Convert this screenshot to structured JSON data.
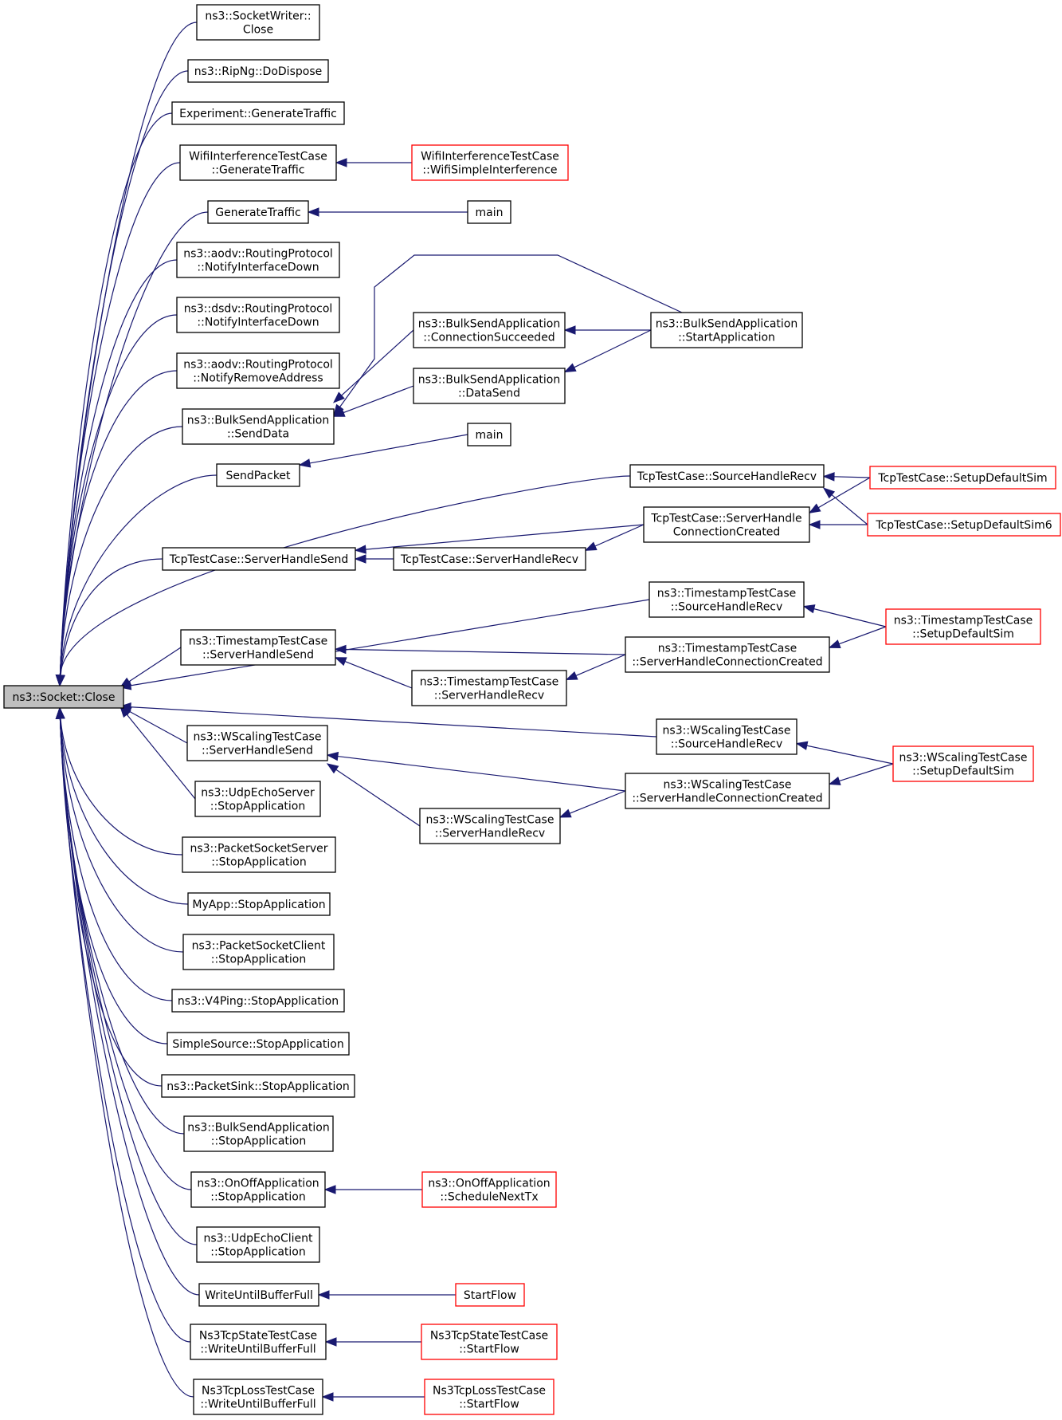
{
  "graph": {
    "root": "n0",
    "colors": {
      "edge": "#191970",
      "node_border": "#000000",
      "truncated_node_border": "#ff0000",
      "focus_fill": "#bfbfbf",
      "background": "#ffffff"
    },
    "nodes": [
      {
        "id": "n0",
        "lines": [
          "ns3::Socket::Close"
        ],
        "style": "focus"
      },
      {
        "id": "n1",
        "lines": [
          "ns3::SocketWriter::",
          "Close"
        ]
      },
      {
        "id": "n2",
        "lines": [
          "ns3::RipNg::DoDispose"
        ]
      },
      {
        "id": "n3",
        "lines": [
          "Experiment::GenerateTraffic"
        ]
      },
      {
        "id": "n4",
        "lines": [
          "WifiInterferenceTestCase",
          "::GenerateTraffic"
        ]
      },
      {
        "id": "n5",
        "lines": [
          "WifiInterferenceTestCase",
          "::WifiSimpleInterference"
        ],
        "style": "red"
      },
      {
        "id": "n6",
        "lines": [
          "GenerateTraffic"
        ]
      },
      {
        "id": "n7",
        "lines": [
          "main"
        ]
      },
      {
        "id": "n8",
        "lines": [
          "ns3::aodv::RoutingProtocol",
          "::NotifyInterfaceDown"
        ]
      },
      {
        "id": "n9",
        "lines": [
          "ns3::dsdv::RoutingProtocol",
          "::NotifyInterfaceDown"
        ]
      },
      {
        "id": "n10",
        "lines": [
          "ns3::aodv::RoutingProtocol",
          "::NotifyRemoveAddress"
        ]
      },
      {
        "id": "n11",
        "lines": [
          "ns3::BulkSendApplication",
          "::SendData"
        ]
      },
      {
        "id": "n12",
        "lines": [
          "ns3::BulkSendApplication",
          "::ConnectionSucceeded"
        ]
      },
      {
        "id": "n13",
        "lines": [
          "ns3::BulkSendApplication",
          "::DataSend"
        ]
      },
      {
        "id": "n14",
        "lines": [
          "ns3::BulkSendApplication",
          "::StartApplication"
        ]
      },
      {
        "id": "n15",
        "lines": [
          "SendPacket"
        ]
      },
      {
        "id": "n16",
        "lines": [
          "main"
        ]
      },
      {
        "id": "n17",
        "lines": [
          "TcpTestCase::SourceHandleRecv"
        ]
      },
      {
        "id": "n18",
        "lines": [
          "TcpTestCase::SetupDefaultSim"
        ],
        "style": "red"
      },
      {
        "id": "n19",
        "lines": [
          "TcpTestCase::ServerHandle",
          "ConnectionCreated"
        ]
      },
      {
        "id": "n20",
        "lines": [
          "TcpTestCase::SetupDefaultSim6"
        ],
        "style": "red"
      },
      {
        "id": "n21",
        "lines": [
          "TcpTestCase::ServerHandleSend"
        ]
      },
      {
        "id": "n22",
        "lines": [
          "TcpTestCase::ServerHandleRecv"
        ]
      },
      {
        "id": "n23",
        "lines": [
          "ns3::TimestampTestCase",
          "::SourceHandleRecv"
        ]
      },
      {
        "id": "n24",
        "lines": [
          "ns3::TimestampTestCase",
          "::SetupDefaultSim"
        ],
        "style": "red"
      },
      {
        "id": "n25",
        "lines": [
          "ns3::TimestampTestCase",
          "::ServerHandleSend"
        ]
      },
      {
        "id": "n26",
        "lines": [
          "ns3::TimestampTestCase",
          "::ServerHandleConnectionCreated"
        ]
      },
      {
        "id": "n27",
        "lines": [
          "ns3::TimestampTestCase",
          "::ServerHandleRecv"
        ]
      },
      {
        "id": "n28",
        "lines": [
          "ns3::WScalingTestCase",
          "::SourceHandleRecv"
        ]
      },
      {
        "id": "n29",
        "lines": [
          "ns3::WScalingTestCase",
          "::SetupDefaultSim"
        ],
        "style": "red"
      },
      {
        "id": "n30",
        "lines": [
          "ns3::WScalingTestCase",
          "::ServerHandleSend"
        ]
      },
      {
        "id": "n31",
        "lines": [
          "ns3::WScalingTestCase",
          "::ServerHandleConnectionCreated"
        ]
      },
      {
        "id": "n32",
        "lines": [
          "ns3::WScalingTestCase",
          "::ServerHandleRecv"
        ]
      },
      {
        "id": "n33",
        "lines": [
          "ns3::UdpEchoServer",
          "::StopApplication"
        ]
      },
      {
        "id": "n34",
        "lines": [
          "ns3::PacketSocketServer",
          "::StopApplication"
        ]
      },
      {
        "id": "n35",
        "lines": [
          "MyApp::StopApplication"
        ]
      },
      {
        "id": "n36",
        "lines": [
          "ns3::PacketSocketClient",
          "::StopApplication"
        ]
      },
      {
        "id": "n37",
        "lines": [
          "ns3::V4Ping::StopApplication"
        ]
      },
      {
        "id": "n38",
        "lines": [
          "SimpleSource::StopApplication"
        ]
      },
      {
        "id": "n39",
        "lines": [
          "ns3::PacketSink::StopApplication"
        ]
      },
      {
        "id": "n40",
        "lines": [
          "ns3::BulkSendApplication",
          "::StopApplication"
        ]
      },
      {
        "id": "n41",
        "lines": [
          "ns3::OnOffApplication",
          "::StopApplication"
        ]
      },
      {
        "id": "n42",
        "lines": [
          "ns3::OnOffApplication",
          "::ScheduleNextTx"
        ],
        "style": "red"
      },
      {
        "id": "n43",
        "lines": [
          "ns3::UdpEchoClient",
          "::StopApplication"
        ]
      },
      {
        "id": "n44",
        "lines": [
          "WriteUntilBufferFull"
        ]
      },
      {
        "id": "n45",
        "lines": [
          "StartFlow"
        ],
        "style": "red"
      },
      {
        "id": "n46",
        "lines": [
          "Ns3TcpStateTestCase",
          "::WriteUntilBufferFull"
        ]
      },
      {
        "id": "n47",
        "lines": [
          "Ns3TcpStateTestCase",
          "::StartFlow"
        ],
        "style": "red"
      },
      {
        "id": "n48",
        "lines": [
          "Ns3TcpLossTestCase",
          "::WriteUntilBufferFull"
        ]
      },
      {
        "id": "n49",
        "lines": [
          "Ns3TcpLossTestCase",
          "::StartFlow"
        ],
        "style": "red"
      }
    ],
    "edges": [
      {
        "from": "n1",
        "to": "n0"
      },
      {
        "from": "n2",
        "to": "n0"
      },
      {
        "from": "n3",
        "to": "n0"
      },
      {
        "from": "n4",
        "to": "n0"
      },
      {
        "from": "n5",
        "to": "n4"
      },
      {
        "from": "n6",
        "to": "n0"
      },
      {
        "from": "n7",
        "to": "n6"
      },
      {
        "from": "n8",
        "to": "n0"
      },
      {
        "from": "n9",
        "to": "n0"
      },
      {
        "from": "n10",
        "to": "n0"
      },
      {
        "from": "n11",
        "to": "n0"
      },
      {
        "from": "n12",
        "to": "n11"
      },
      {
        "from": "n13",
        "to": "n11"
      },
      {
        "from": "n14",
        "to": "n11"
      },
      {
        "from": "n14",
        "to": "n12"
      },
      {
        "from": "n14",
        "to": "n13"
      },
      {
        "from": "n15",
        "to": "n0"
      },
      {
        "from": "n16",
        "to": "n15"
      },
      {
        "from": "n17",
        "to": "n0"
      },
      {
        "from": "n18",
        "to": "n17"
      },
      {
        "from": "n20",
        "to": "n17"
      },
      {
        "from": "n18",
        "to": "n19"
      },
      {
        "from": "n20",
        "to": "n19"
      },
      {
        "from": "n21",
        "to": "n0"
      },
      {
        "from": "n22",
        "to": "n21"
      },
      {
        "from": "n19",
        "to": "n21"
      },
      {
        "from": "n19",
        "to": "n22"
      },
      {
        "from": "n23",
        "to": "n0"
      },
      {
        "from": "n24",
        "to": "n23"
      },
      {
        "from": "n24",
        "to": "n26"
      },
      {
        "from": "n25",
        "to": "n0"
      },
      {
        "from": "n26",
        "to": "n25"
      },
      {
        "from": "n27",
        "to": "n25"
      },
      {
        "from": "n26",
        "to": "n27"
      },
      {
        "from": "n28",
        "to": "n0"
      },
      {
        "from": "n29",
        "to": "n28"
      },
      {
        "from": "n29",
        "to": "n31"
      },
      {
        "from": "n30",
        "to": "n0"
      },
      {
        "from": "n31",
        "to": "n30"
      },
      {
        "from": "n32",
        "to": "n30"
      },
      {
        "from": "n31",
        "to": "n32"
      },
      {
        "from": "n33",
        "to": "n0"
      },
      {
        "from": "n34",
        "to": "n0"
      },
      {
        "from": "n35",
        "to": "n0"
      },
      {
        "from": "n36",
        "to": "n0"
      },
      {
        "from": "n37",
        "to": "n0"
      },
      {
        "from": "n38",
        "to": "n0"
      },
      {
        "from": "n39",
        "to": "n0"
      },
      {
        "from": "n40",
        "to": "n0"
      },
      {
        "from": "n41",
        "to": "n0"
      },
      {
        "from": "n42",
        "to": "n41"
      },
      {
        "from": "n43",
        "to": "n0"
      },
      {
        "from": "n44",
        "to": "n0"
      },
      {
        "from": "n45",
        "to": "n44"
      },
      {
        "from": "n46",
        "to": "n0"
      },
      {
        "from": "n47",
        "to": "n46"
      },
      {
        "from": "n48",
        "to": "n0"
      },
      {
        "from": "n49",
        "to": "n48"
      }
    ]
  }
}
